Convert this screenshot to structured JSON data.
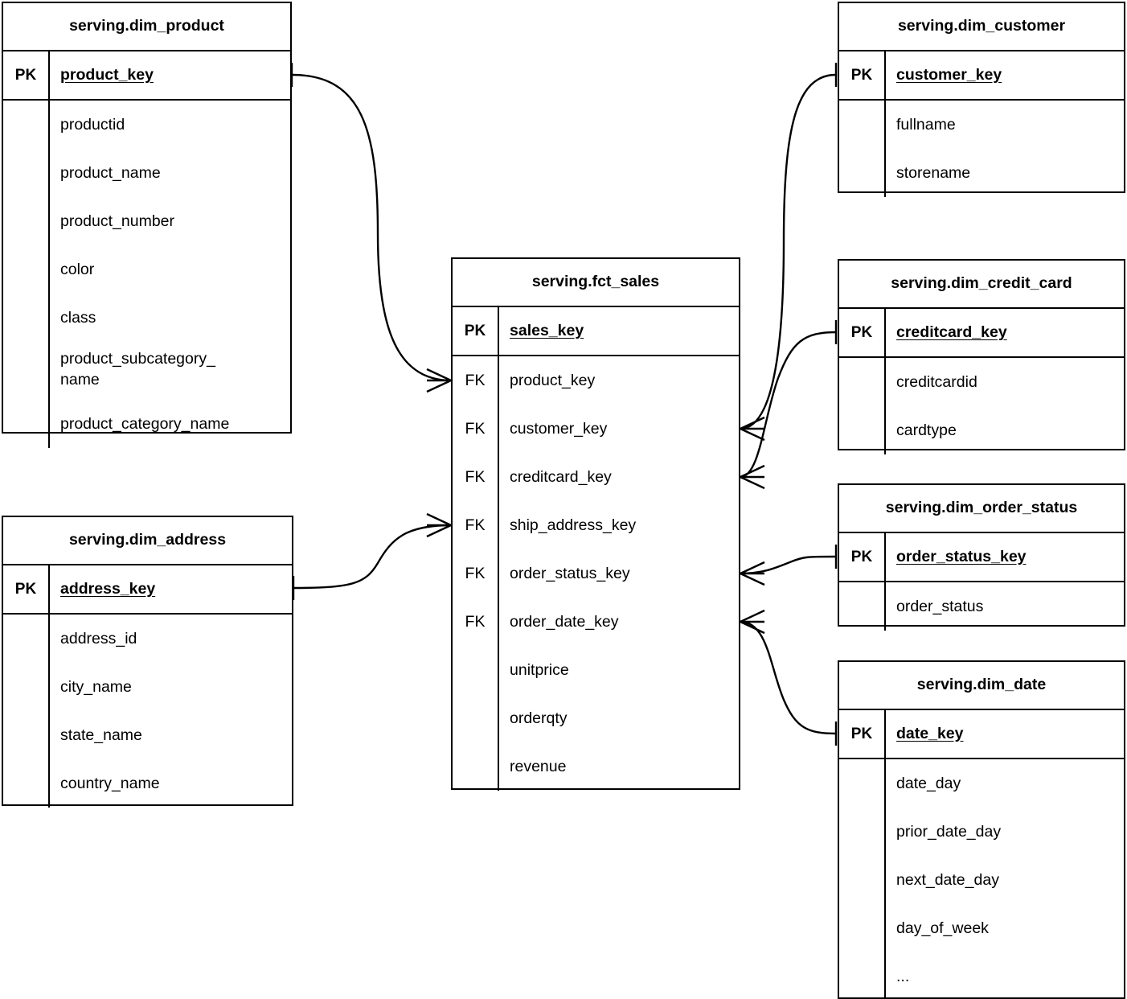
{
  "diagram": {
    "type": "entity-relationship-diagram",
    "notation": "crow's foot",
    "background_color": "#ffffff",
    "line_color": "#000000"
  },
  "entities": {
    "dim_product": {
      "title": "serving.dim_product",
      "pk_tag": "PK",
      "pk_name": "product_key",
      "attributes": [
        "productid",
        "product_name",
        "product_number",
        "color",
        "class",
        "product_subcategory_\nname",
        "product_category_name"
      ]
    },
    "dim_address": {
      "title": "serving.dim_address",
      "pk_tag": "PK",
      "pk_name": "address_key",
      "attributes": [
        "address_id",
        "city_name",
        "state_name",
        "country_name"
      ]
    },
    "fct_sales": {
      "title": "serving.fct_sales",
      "pk_tag": "PK",
      "pk_name": "sales_key",
      "rows": [
        {
          "tag": "FK",
          "name": "product_key"
        },
        {
          "tag": "FK",
          "name": "customer_key"
        },
        {
          "tag": "FK",
          "name": "creditcard_key"
        },
        {
          "tag": "FK",
          "name": "ship_address_key"
        },
        {
          "tag": "FK",
          "name": "order_status_key"
        },
        {
          "tag": "FK",
          "name": "order_date_key"
        },
        {
          "tag": "",
          "name": "unitprice"
        },
        {
          "tag": "",
          "name": "orderqty"
        },
        {
          "tag": "",
          "name": "revenue"
        }
      ]
    },
    "dim_customer": {
      "title": "serving.dim_customer",
      "pk_tag": "PK",
      "pk_name": "customer_key",
      "attributes": [
        "fullname",
        "storename"
      ]
    },
    "dim_credit_card": {
      "title": "serving.dim_credit_card",
      "pk_tag": "PK",
      "pk_name": "creditcard_key",
      "attributes": [
        "creditcardid",
        "cardtype"
      ]
    },
    "dim_order_status": {
      "title": "serving.dim_order_status",
      "pk_tag": "PK",
      "pk_name": "order_status_key",
      "attributes": [
        "order_status"
      ]
    },
    "dim_date": {
      "title": "serving.dim_date",
      "pk_tag": "PK",
      "pk_name": "date_key",
      "attributes": [
        "date_day",
        "prior_date_day",
        "next_date_day",
        "day_of_week",
        "..."
      ]
    }
  },
  "relationships": [
    {
      "from": "dim_product.product_key",
      "to": "fct_sales.product_key",
      "from_cardinality": "one",
      "to_cardinality": "many"
    },
    {
      "from": "dim_address.address_key",
      "to": "fct_sales.ship_address_key",
      "from_cardinality": "one",
      "to_cardinality": "many"
    },
    {
      "from": "dim_customer.customer_key",
      "to": "fct_sales.customer_key",
      "from_cardinality": "one",
      "to_cardinality": "many"
    },
    {
      "from": "dim_credit_card.creditcard_key",
      "to": "fct_sales.creditcard_key",
      "from_cardinality": "one",
      "to_cardinality": "many"
    },
    {
      "from": "dim_order_status.order_status_key",
      "to": "fct_sales.order_status_key",
      "from_cardinality": "one",
      "to_cardinality": "many"
    },
    {
      "from": "dim_date.date_key",
      "to": "fct_sales.order_date_key",
      "from_cardinality": "one",
      "to_cardinality": "many"
    }
  ]
}
